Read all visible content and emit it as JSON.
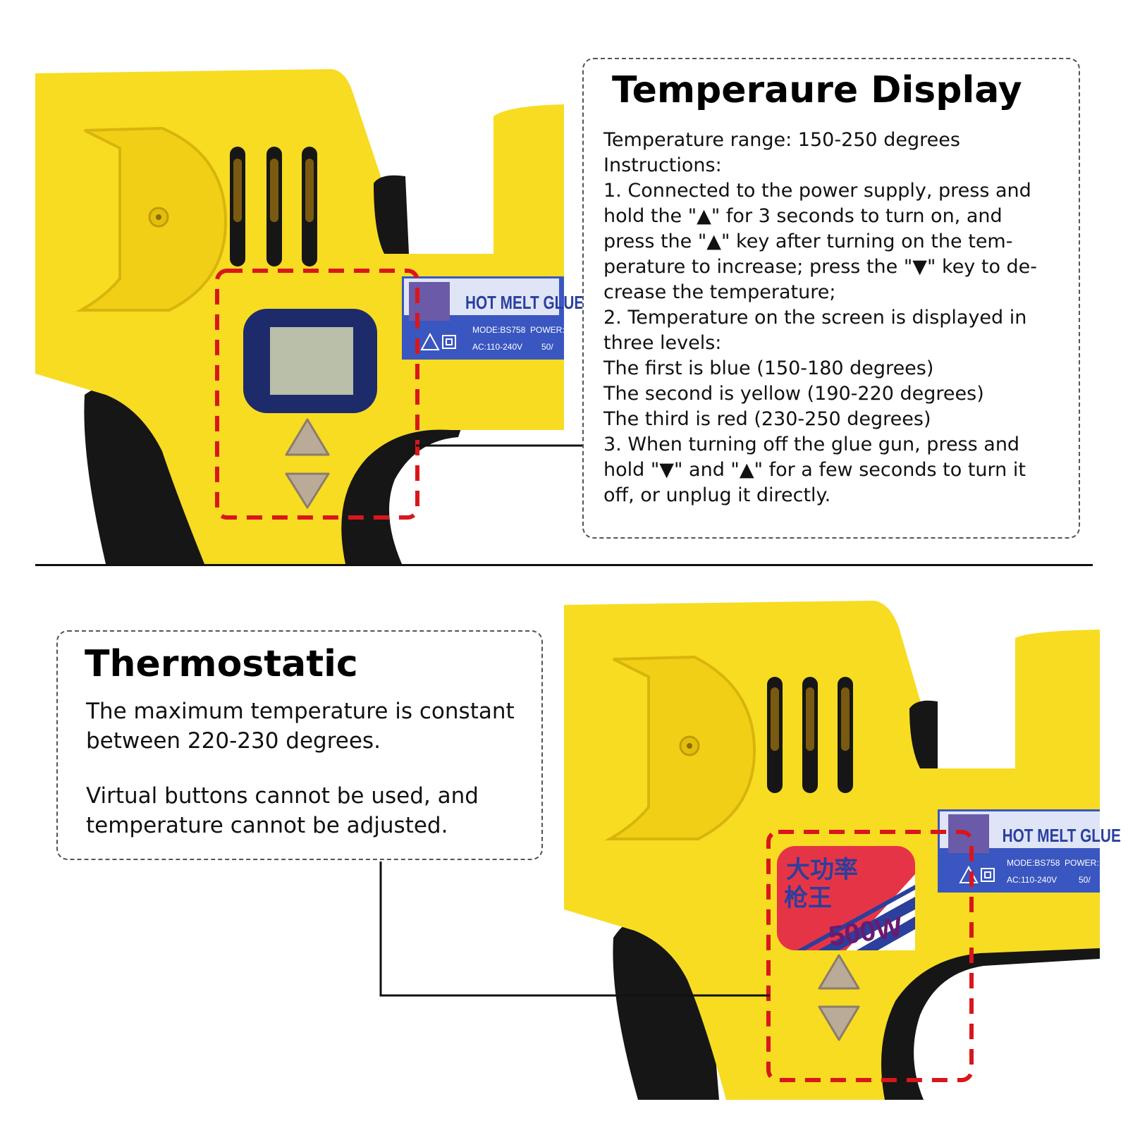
{
  "top_panel": {
    "title": "Temperaure Display",
    "lines": [
      "Temperature range: 150-250 degrees",
      "Instructions:",
      "1. Connected to the power supply, press and",
      "hold the \"▲\"  for 3 seconds to turn on, and",
      "press the \"▲\" key after turning on the tem-",
      "perature to increase; press the \"▼\" key to de-",
      "crease the temperature;",
      "2. Temperature on the screen is displayed in",
      "three levels:",
      "The first is blue (150-180 degrees)",
      "The second is yellow (190-220 degrees)",
      "The third is red (230-250 degrees)",
      "3. When turning off the glue gun, press and",
      "hold \"▼\" and \"▲\" for a few seconds to turn it",
      "off, or unplug it directly."
    ]
  },
  "bottom_panel": {
    "title": "Thermostatic",
    "paragraph1": [
      "The maximum temperature is constant",
      "between 220-230 degrees."
    ],
    "paragraph2": [
      "Virtual buttons cannot be used, and",
      "temperature cannot be adjusted."
    ]
  },
  "product_label": {
    "brand": "HOT MELT GLUE",
    "model": "MODE:BS758",
    "power": "POWER:",
    "voltage": "AC:110-240V",
    "freq_top": "50/",
    "freq_bottom": "50/"
  },
  "badge": {
    "line1": "大功率",
    "line2": "枪王",
    "wattage": "500W"
  },
  "colors": {
    "gun_yellow": "#f7dc22",
    "gun_black": "#161616",
    "highlight_red": "#d9161c",
    "label_blue": "#3a56c0",
    "label_purple": "#6b5aa8",
    "screen_frame": "#1d2b6b",
    "screen_lcd": "#b9bfa8"
  },
  "icons": [
    "up-arrow-button-icon",
    "down-arrow-button-icon",
    "warning-icon",
    "double-insulation-icon"
  ]
}
